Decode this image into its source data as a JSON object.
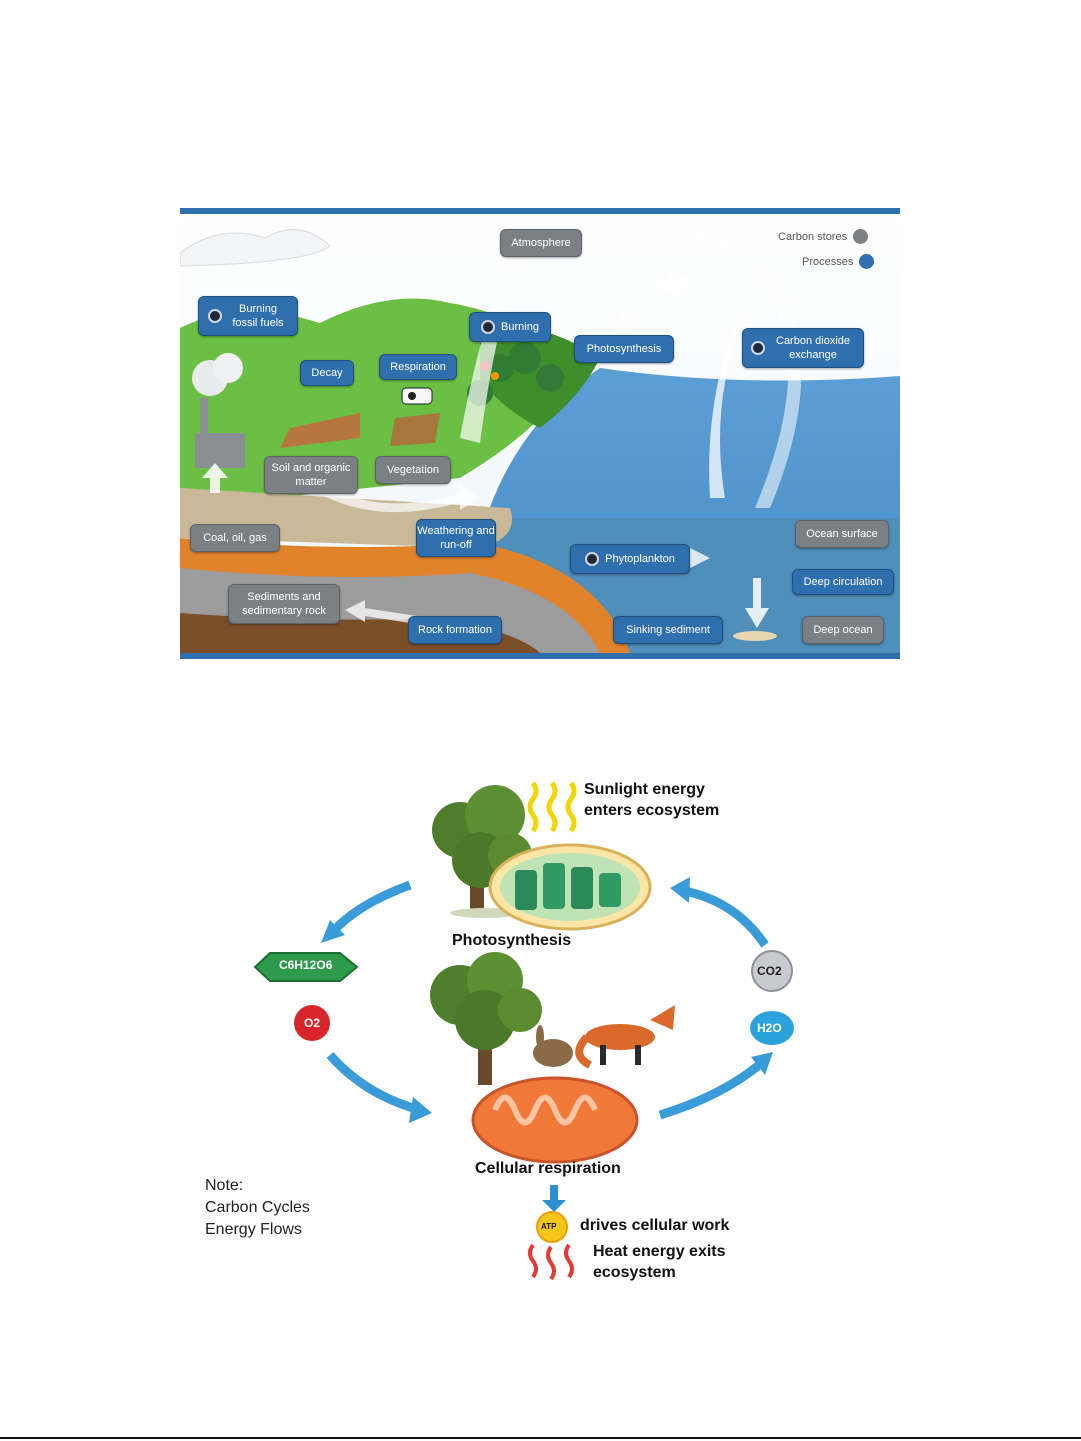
{
  "carbon_cycle": {
    "legend": {
      "stores_label": "Carbon stores",
      "processes_label": "Processes",
      "store_color": "#7b7f86",
      "process_color": "#2f6fad"
    },
    "stores": {
      "atmosphere": "Atmosphere",
      "soil": "Soil and organic matter",
      "vegetation": "Vegetation",
      "coal": "Coal, oil, gas",
      "sediments": "Sediments and sedimentary rock",
      "ocean_surface": "Ocean surface",
      "deep_ocean": "Deep ocean"
    },
    "processes": {
      "burning_fossil": "Burning fossil fuels",
      "decay": "Decay",
      "respiration": "Respiration",
      "burning": "Burning",
      "photosynthesis": "Photosynthesis",
      "co2_exchange": "Carbon dioxide exchange",
      "weathering": "Weathering and run-off",
      "phytoplankton": "Phytoplankton",
      "deep_circulation": "Deep circulation",
      "rock_formation": "Rock formation",
      "sinking_sediment": "Sinking sediment"
    }
  },
  "ecosystem": {
    "sunlight": "Sunlight energy enters ecosystem",
    "photosynthesis": "Photosynthesis",
    "glucose": "C6H12O6",
    "oxygen": "O2",
    "co2": "CO2",
    "water": "H2O",
    "cellular_respiration": "Cellular respiration",
    "atp": "ATP",
    "drives": "drives cellular work",
    "heat": "Heat energy exits ecosystem",
    "note_title": "Note:",
    "note_line1": "Carbon Cycles",
    "note_line2": "Energy Flows"
  }
}
